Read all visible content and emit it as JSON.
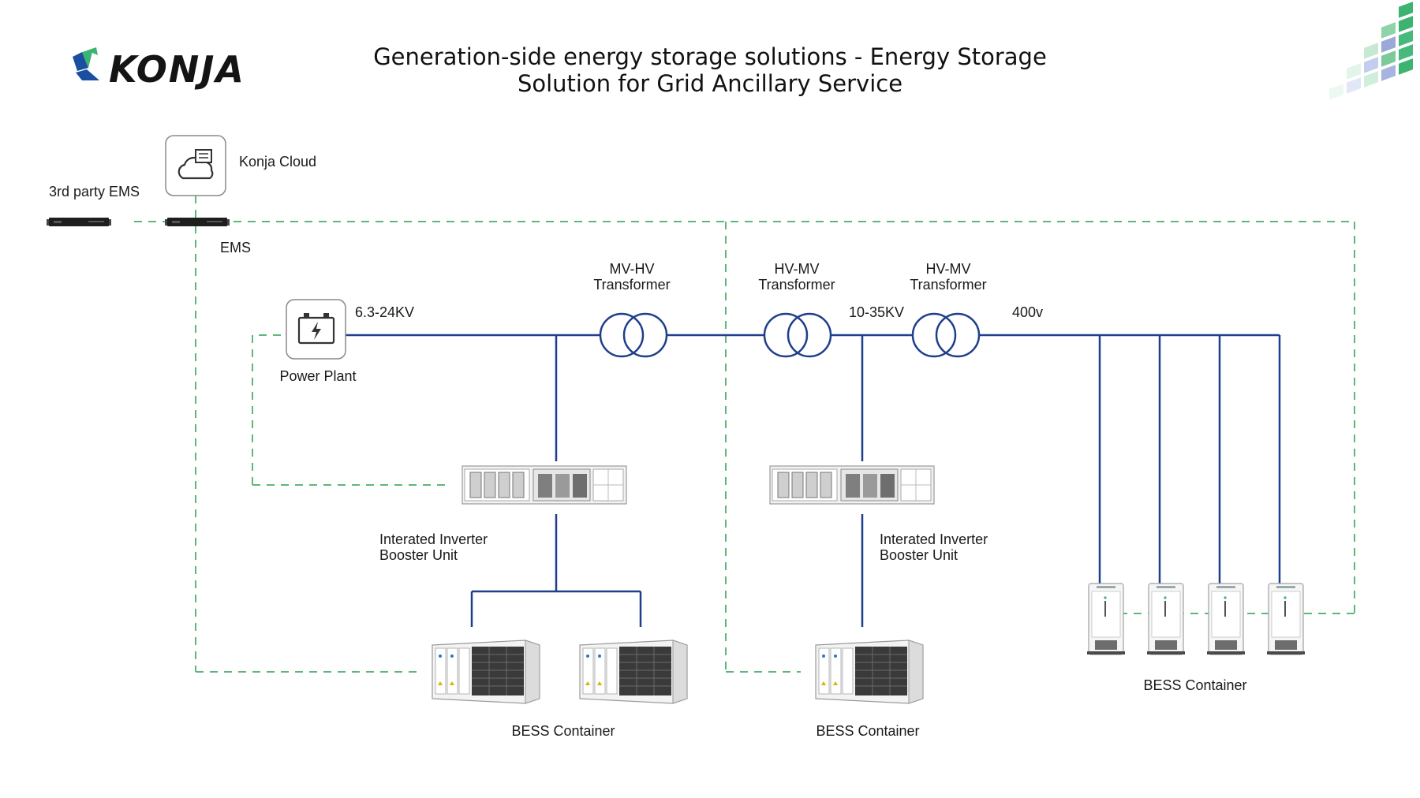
{
  "brand": {
    "name": "KONJA",
    "color_primary": "#1a4fa0",
    "color_secondary": "#3cb371"
  },
  "title": {
    "line1": "Generation-side energy storage solutions - Energy Storage",
    "line2": "Solution for Grid Ancillary Service"
  },
  "colors": {
    "power_line": "#1f3f8c",
    "comm_line": "#5cb878",
    "device_border": "#888888"
  },
  "nodes": {
    "third_party_ems": "3rd party EMS",
    "konja_cloud": "Konja Cloud",
    "ems": "EMS",
    "power_plant": "Power Plant",
    "voltage_plant": "6.3-24KV",
    "voltage_mid": "10-35KV",
    "voltage_low": "400v",
    "mv_hv_transformer": {
      "line1": "MV-HV",
      "line2": "Transformer"
    },
    "hv_mv_transformer_1": {
      "line1": "HV-MV",
      "line2": "Transformer"
    },
    "hv_mv_transformer_2": {
      "line1": "HV-MV",
      "line2": "Transformer"
    },
    "inverter_left": {
      "line1": "Interated Inverter",
      "line2": "Booster Unit"
    },
    "inverter_right": {
      "line1": "Interated Inverter",
      "line2": "Booster Unit"
    },
    "bess_left": "BESS Container",
    "bess_mid": "BESS Container",
    "bess_right": "BESS Container"
  },
  "icons": {
    "cloud": "cloud-server-icon",
    "power_plant": "battery-bolt-icon",
    "ems": "rack-server-icon",
    "transformer": "transformer-symbol-icon",
    "inverter": "inverter-booster-unit-image",
    "bess": "bess-container-image",
    "cabinet": "bess-cabinet-image"
  }
}
